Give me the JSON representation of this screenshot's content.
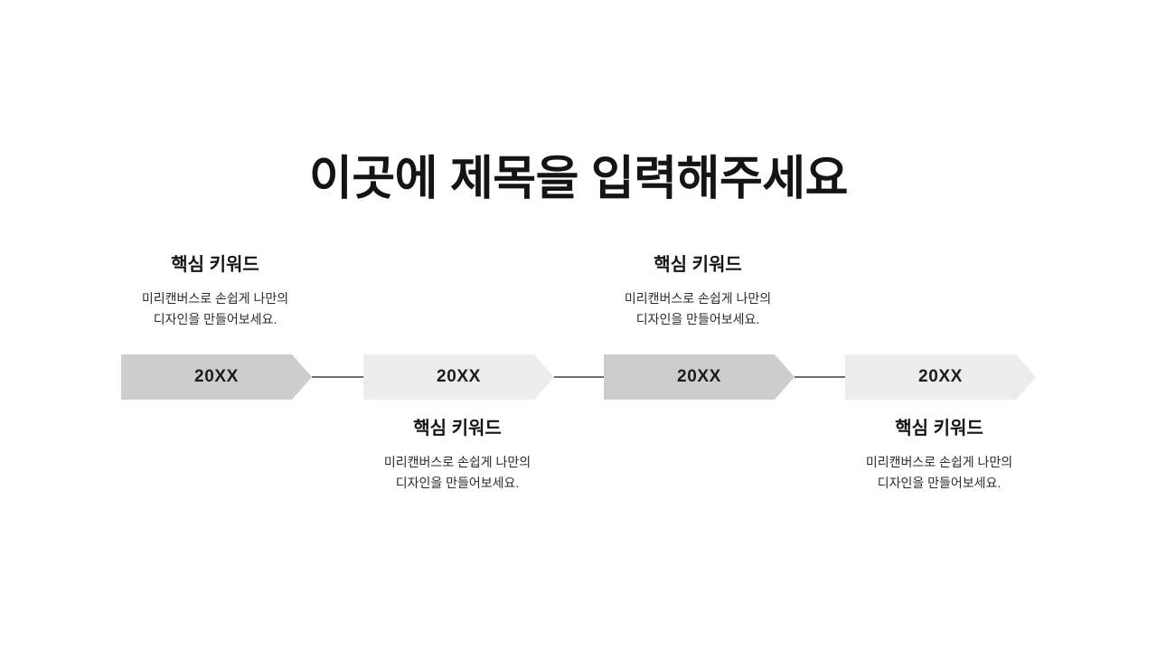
{
  "slide": {
    "title": "이곳에 제목을 입력해주세요",
    "background_color": "#ffffff",
    "title_color": "#141414"
  },
  "timeline": {
    "connector_color": "#6e6e6e",
    "dark_step_color": "#cdcdcd",
    "light_step_color": "#ececec",
    "steps": [
      {
        "label": "20XX",
        "tone": "dark",
        "caption_position": "top",
        "caption_title": "핵심 키워드",
        "caption_line1": "미리캔버스로 손쉽게 나만의",
        "caption_line2": "디자인을 만들어보세요."
      },
      {
        "label": "20XX",
        "tone": "light",
        "caption_position": "bottom",
        "caption_title": "핵심 키워드",
        "caption_line1": "미리캔버스로 손쉽게 나만의",
        "caption_line2": "디자인을 만들어보세요."
      },
      {
        "label": "20XX",
        "tone": "dark",
        "caption_position": "top",
        "caption_title": "핵심 키워드",
        "caption_line1": "미리캔버스로 손쉽게 나만의",
        "caption_line2": "디자인을 만들어보세요."
      },
      {
        "label": "20XX",
        "tone": "light",
        "caption_position": "bottom",
        "caption_title": "핵심 키워드",
        "caption_line1": "미리캔버스로 손쉽게 나만의",
        "caption_line2": "디자인을 만들어보세요."
      }
    ]
  }
}
